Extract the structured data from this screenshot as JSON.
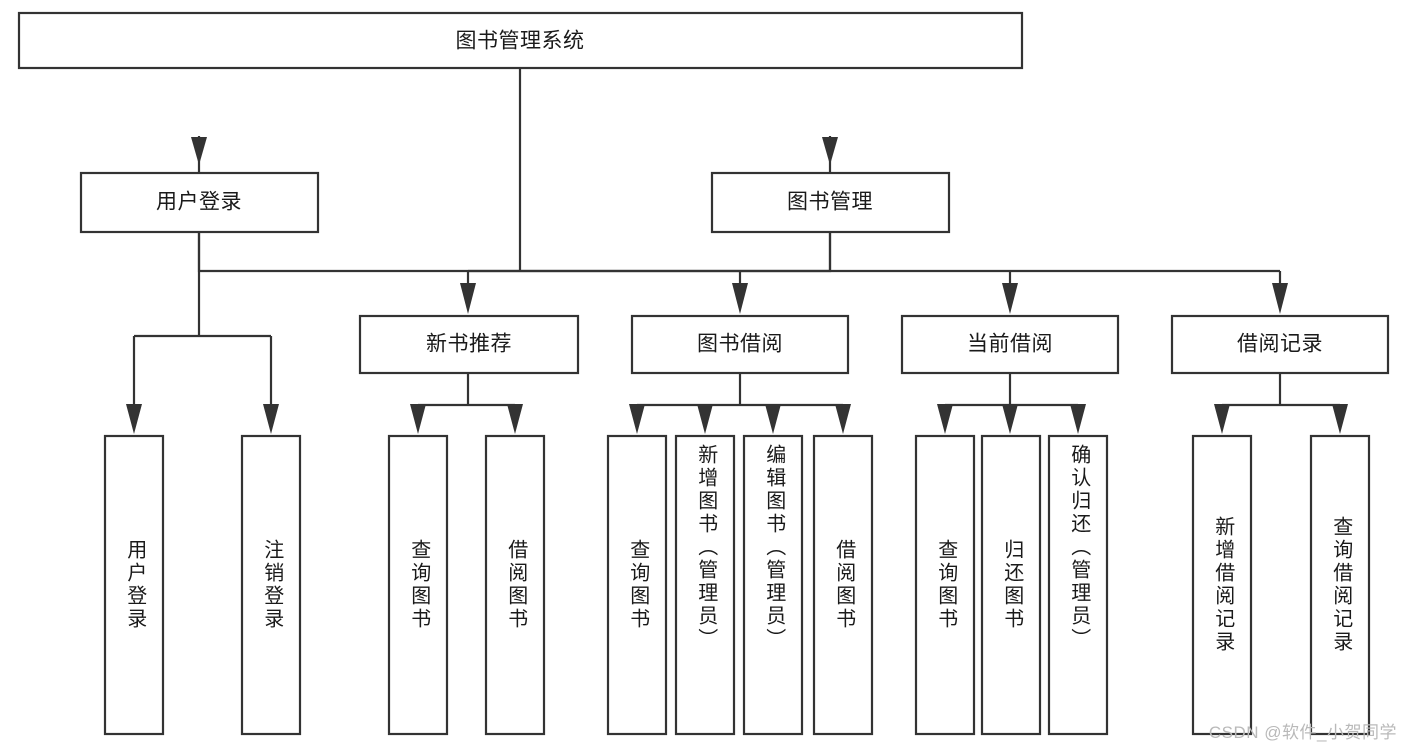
{
  "diagram": {
    "type": "tree",
    "title": "图书管理系统",
    "watermark": "CSDN @软件_小贺同学",
    "colors": {
      "box_stroke": "#333333",
      "box_fill": "#ffffff",
      "text": "#1a1a1a",
      "watermark": "#b9b9b9",
      "background": "#ffffff"
    },
    "root": {
      "label": "图书管理系统"
    },
    "level2": [
      {
        "label": "用户登录"
      },
      {
        "label": "图书管理"
      }
    ],
    "level3": [
      {
        "label": "新书推荐"
      },
      {
        "label": "图书借阅"
      },
      {
        "label": "当前借阅"
      },
      {
        "label": "借阅记录"
      }
    ],
    "leaves": {
      "user_login": [
        {
          "label": "用户登录"
        },
        {
          "label": "注销登录"
        }
      ],
      "new_book_recommend": [
        {
          "label": "查询图书"
        },
        {
          "label": "借阅图书"
        }
      ],
      "book_borrow": [
        {
          "label": "查询图书"
        },
        {
          "label": "新增图书（管理员）"
        },
        {
          "label": "编辑图书（管理员）"
        },
        {
          "label": "借阅图书"
        }
      ],
      "current_borrow": [
        {
          "label": "查询图书"
        },
        {
          "label": "归还图书"
        },
        {
          "label": "确认归还（管理员）"
        }
      ],
      "borrow_record": [
        {
          "label": "新增借阅记录"
        },
        {
          "label": "查询借阅记录"
        }
      ]
    }
  }
}
